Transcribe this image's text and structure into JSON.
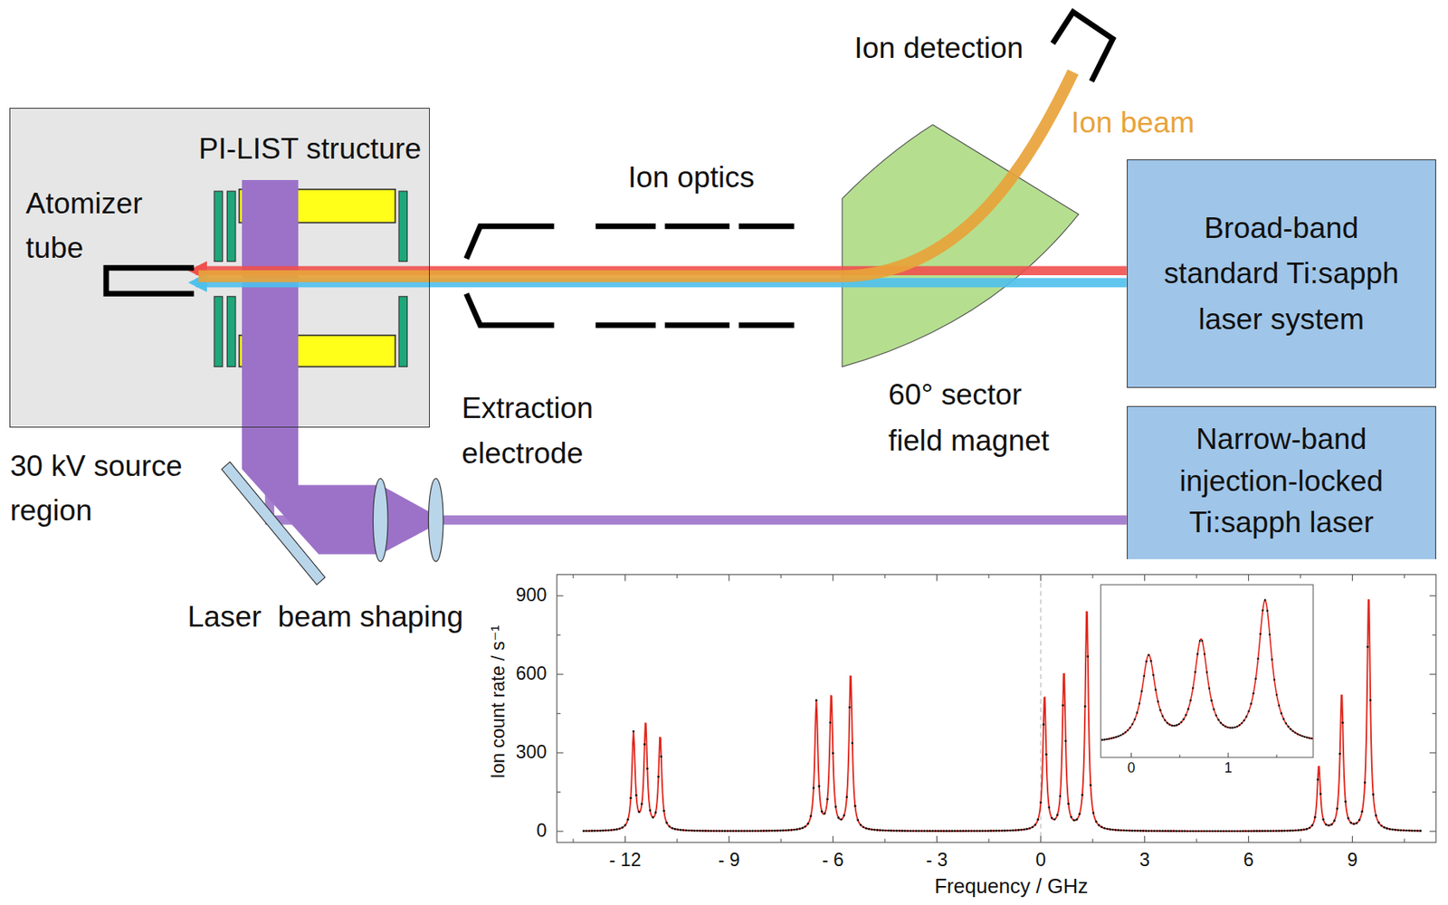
{
  "diagram": {
    "nodes": [
      {
        "text": [
          "30 kV source region"
        ]
      },
      {
        "text": [
          "Broad-band standard Ti:sapph laser system"
        ]
      },
      {
        "text": [
          "Narrow-band injection-locked Ti:sapph laser"
        ]
      }
    ],
    "edges": [
      {
        "from": 1,
        "to": 0,
        "arrow": "to"
      },
      {
        "from": 2,
        "to": 0,
        "arrow": "none"
      }
    ],
    "labels": [
      "Ion detection",
      "Ion beam",
      "PI-LIST structure",
      "Atomizer tube",
      "Ion optics",
      "Extraction electrode",
      "60° sector field magnet",
      "Laser  beam shaping",
      "900",
      "600",
      "300",
      "0",
      "- 12",
      "- 9",
      "- 6",
      "- 3",
      "0",
      "3",
      "6",
      "9",
      "Ion count rate / s⁻¹",
      "Frequency / GHz",
      "0",
      "1"
    ]
  }
}
